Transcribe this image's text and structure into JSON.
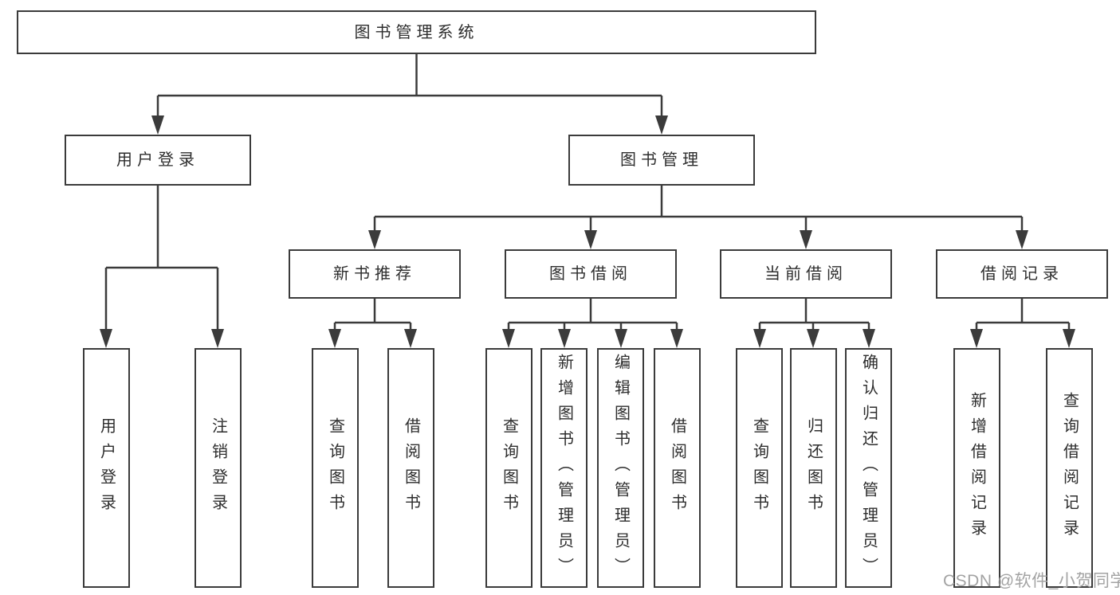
{
  "colors": {
    "background": "#ffffff",
    "line": "#3b3b3b",
    "box_border": "#3b3b3b",
    "text": "#2d2d2d",
    "watermark": "#a3a3a3"
  },
  "nodes": {
    "root": {
      "label": "图书管理系统"
    },
    "user_login": {
      "label": "用户登录"
    },
    "book_mgmt": {
      "label": "图书管理"
    },
    "new_book_rec": {
      "label": "新书推荐"
    },
    "book_borrow": {
      "label": "图书借阅"
    },
    "current_borrow": {
      "label": "当前借阅"
    },
    "borrow_record": {
      "label": "借阅记录"
    },
    "leaf_user_login": {
      "label": "用户登录"
    },
    "leaf_logout": {
      "label": "注销登录"
    },
    "leaf_query_book_rec": {
      "label": "查询图书"
    },
    "leaf_borrow_book_rec": {
      "label": "借阅图书"
    },
    "leaf_query_book_borrow": {
      "label": "查询图书"
    },
    "leaf_add_book": {
      "label": "新增图书（管理员）"
    },
    "leaf_edit_book": {
      "label": "编辑图书（管理员）"
    },
    "leaf_borrow_book_borrow": {
      "label": "借阅图书"
    },
    "leaf_query_book_current": {
      "label": "查询图书"
    },
    "leaf_return_book": {
      "label": "归还图书"
    },
    "leaf_confirm_return": {
      "label": "确认归还（管理员）"
    },
    "leaf_add_borrow_record": {
      "label": "新增借阅记录"
    },
    "leaf_query_borrow_record": {
      "label": "查询借阅记录"
    }
  },
  "hierarchy": {
    "图书管理系统": {
      "用户登录": [
        "用户登录",
        "注销登录"
      ],
      "图书管理": {
        "新书推荐": [
          "查询图书",
          "借阅图书"
        ],
        "图书借阅": [
          "查询图书",
          "新增图书（管理员）",
          "编辑图书（管理员）",
          "借阅图书"
        ],
        "当前借阅": [
          "查询图书",
          "归还图书",
          "确认归还（管理员）"
        ],
        "借阅记录": [
          "新增借阅记录",
          "查询借阅记录"
        ]
      }
    }
  },
  "watermark": {
    "text": "CSDN @软件_小贺同学"
  }
}
